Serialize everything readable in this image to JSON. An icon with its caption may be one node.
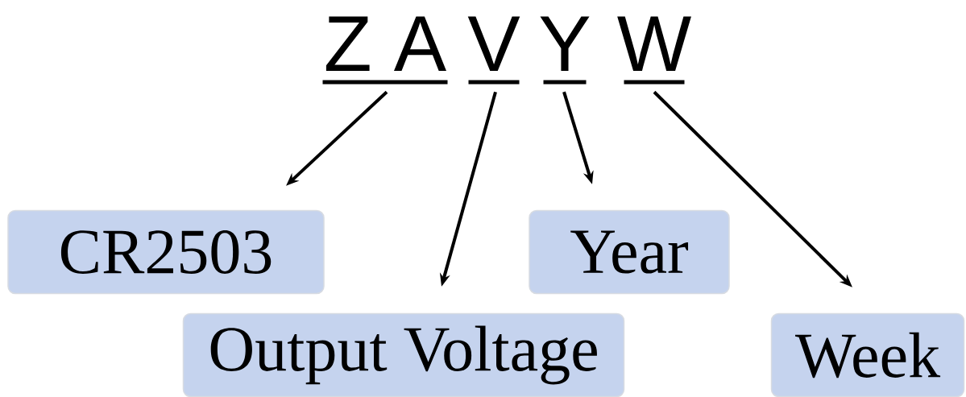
{
  "diagram": {
    "nodes": [
      {
        "text": [
          "Z A"
        ]
      },
      {
        "text": [
          "V"
        ]
      },
      {
        "text": [
          "Y"
        ]
      },
      {
        "text": [
          "W"
        ]
      },
      {
        "text": [
          "CR2503"
        ]
      },
      {
        "text": [
          "Output Voltage"
        ]
      },
      {
        "text": [
          "Year"
        ]
      },
      {
        "text": [
          "Week"
        ]
      }
    ],
    "edges": [
      {
        "from": 0,
        "to": 4,
        "arrow": "to"
      },
      {
        "from": 1,
        "to": 5,
        "arrow": "to"
      },
      {
        "from": 2,
        "to": 6,
        "arrow": "to"
      },
      {
        "from": 3,
        "to": 7,
        "arrow": "to"
      }
    ]
  }
}
